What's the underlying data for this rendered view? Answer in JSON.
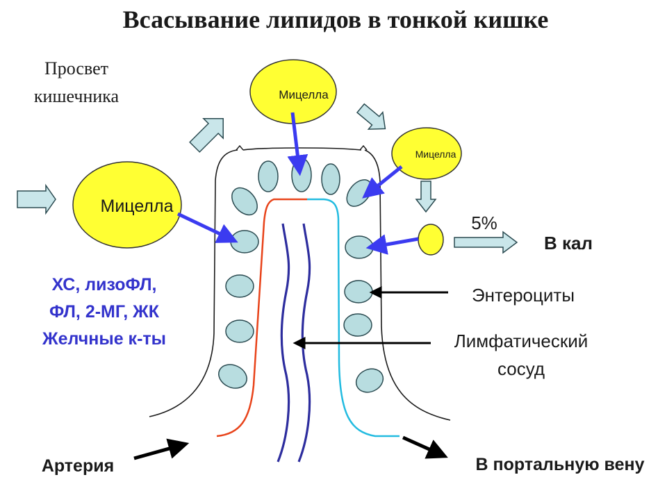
{
  "title": "Всасывание липидов в тонкой кишке",
  "labels": {
    "lumen_line1": "Просвет",
    "lumen_line2": "кишечника",
    "micelle": "Мицелла",
    "percent": "5%",
    "feces": "В кал",
    "enterocytes": "Энтероциты",
    "lymphatic_line1": "Лимфатический",
    "lymphatic_line2": "сосуд",
    "lipids_line1": "ХС, лизоФЛ,",
    "lipids_line2": "ФЛ, 2-МГ, ЖК",
    "lipids_line3": "Желчные к-ты",
    "artery": "Артерия",
    "portal_vein": "В портальную вену"
  },
  "colors": {
    "micelle_fill": "#ffff33",
    "enterocyte_fill": "#b8dde0",
    "artery": "#e8431a",
    "vein": "#22bbe0",
    "lymphatic": "#2d2d9e",
    "absorption_arrow": "#3b3bf0",
    "lipids_text": "#3333cc"
  }
}
